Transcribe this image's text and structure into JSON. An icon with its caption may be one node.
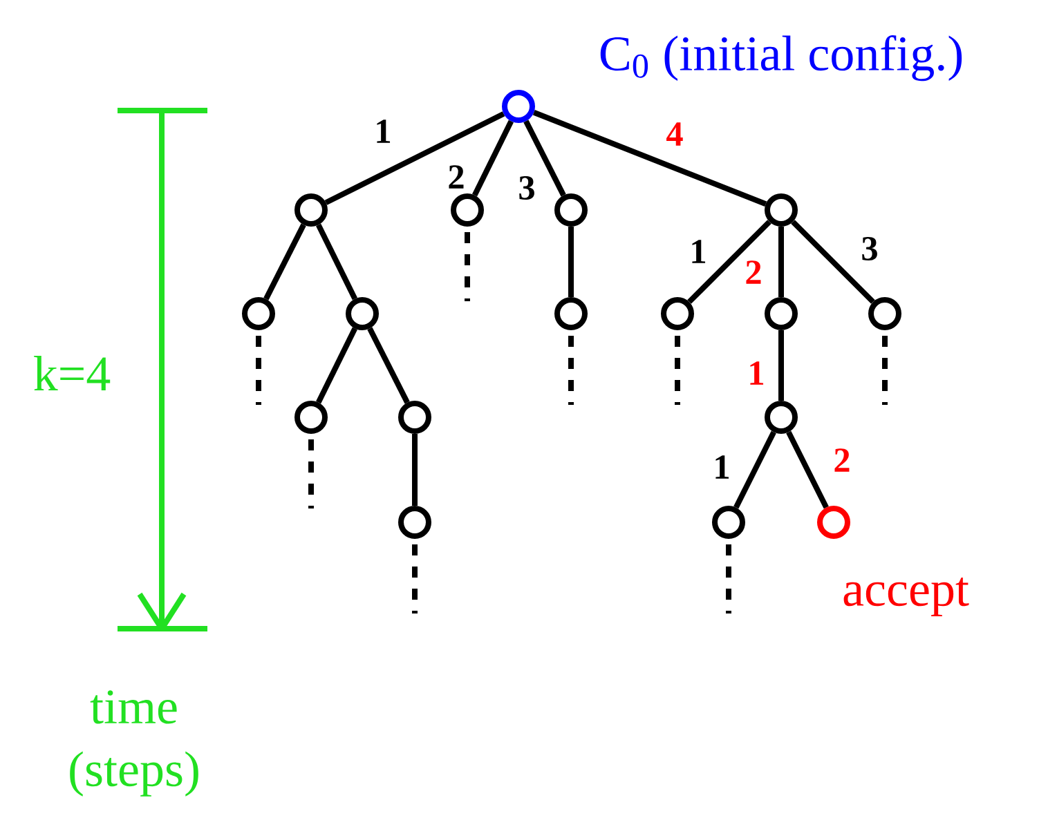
{
  "diagram": {
    "nodes": [
      {
        "text": [],
        "shape": "circle",
        "beside": [
          "C$_{0}$ (initial config.)"
        ]
      },
      {
        "text": [],
        "shape": "circle"
      },
      {
        "text": [],
        "shape": "circle"
      },
      {
        "text": [],
        "shape": "circle"
      },
      {
        "text": [],
        "shape": "circle"
      },
      {
        "text": [],
        "shape": "circle"
      },
      {
        "text": [],
        "shape": "circle"
      },
      {
        "text": [],
        "shape": "circle"
      },
      {
        "text": [],
        "shape": "circle"
      },
      {
        "text": [],
        "shape": "circle"
      },
      {
        "text": [],
        "shape": "circle"
      },
      {
        "text": [],
        "shape": "circle"
      },
      {
        "text": [],
        "shape": "circle"
      },
      {
        "text": [],
        "shape": "circle"
      },
      {
        "text": [],
        "shape": "circle"
      },
      {
        "text": [],
        "shape": "circle"
      },
      {
        "text": [],
        "shape": "circle",
        "beside": [
          "accept"
        ]
      }
    ],
    "edges": [
      {
        "from": 0,
        "to": 1,
        "arrow": "none",
        "label": "1"
      },
      {
        "from": 0,
        "to": 2,
        "arrow": "none",
        "label": "2"
      },
      {
        "from": 0,
        "to": 3,
        "arrow": "none",
        "label": "3"
      },
      {
        "from": 0,
        "to": 4,
        "arrow": "none",
        "label": "4"
      },
      {
        "from": 1,
        "to": 5,
        "arrow": "none"
      },
      {
        "from": 1,
        "to": 6,
        "arrow": "none"
      },
      {
        "from": 3,
        "to": 7,
        "arrow": "none"
      },
      {
        "from": 4,
        "to": 8,
        "arrow": "none",
        "label": "1"
      },
      {
        "from": 4,
        "to": 9,
        "arrow": "none",
        "label": "2"
      },
      {
        "from": 4,
        "to": 10,
        "arrow": "none",
        "label": "3"
      },
      {
        "from": 6,
        "to": 11,
        "arrow": "none"
      },
      {
        "from": 6,
        "to": 12,
        "arrow": "none"
      },
      {
        "from": 9,
        "to": 13,
        "arrow": "none",
        "label": "1"
      },
      {
        "from": 12,
        "to": 14,
        "arrow": "none"
      },
      {
        "from": 13,
        "to": 15,
        "arrow": "none",
        "label": "1"
      },
      {
        "from": 13,
        "to": 16,
        "arrow": "none",
        "label": "2"
      },
      {
        "from": 2,
        "to": null,
        "arrow": "none",
        "style": "dashed"
      },
      {
        "from": 5,
        "to": null,
        "arrow": "none",
        "style": "dashed"
      },
      {
        "from": 7,
        "to": null,
        "arrow": "none",
        "style": "dashed"
      },
      {
        "from": 8,
        "to": null,
        "arrow": "none",
        "style": "dashed"
      },
      {
        "from": 10,
        "to": null,
        "arrow": "none",
        "style": "dashed"
      },
      {
        "from": 11,
        "to": null,
        "arrow": "none",
        "style": "dashed"
      },
      {
        "from": 14,
        "to": null,
        "arrow": "none",
        "style": "dashed"
      },
      {
        "from": 15,
        "to": null,
        "arrow": "none",
        "style": "dashed"
      }
    ],
    "labels": [
      "k=4",
      "time (steps)"
    ]
  }
}
